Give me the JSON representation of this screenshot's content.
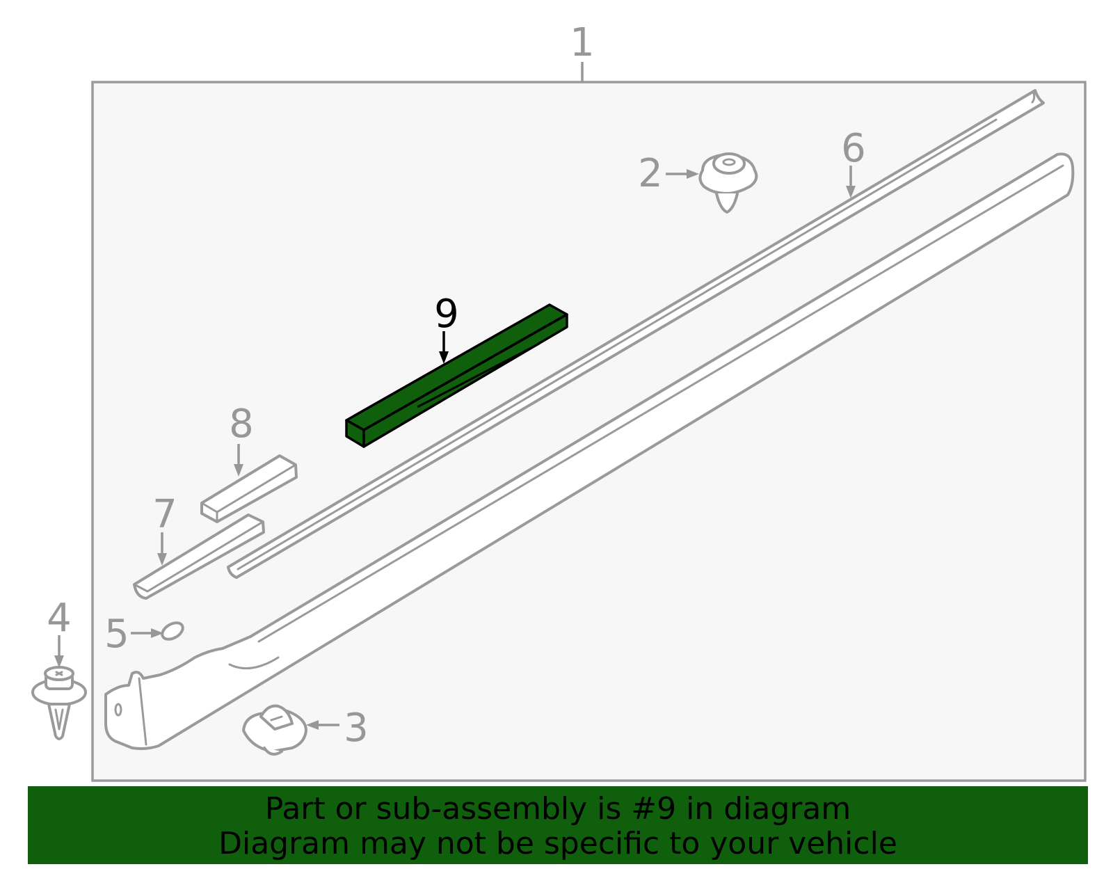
{
  "colors": {
    "highlight_fill": "#0f5f0c",
    "outline_gray": "#9a9a9a",
    "frame_background": "#f7f7f7",
    "banner_background": "#0f5f0c"
  },
  "callouts": {
    "c1": "1",
    "c2": "2",
    "c3": "3",
    "c4": "4",
    "c5": "5",
    "c6": "6",
    "c7": "7",
    "c8": "8",
    "c9": "9"
  },
  "highlighted_part": "9",
  "banner": {
    "line1": "Part or sub-assembly is #9 in diagram",
    "line2": "Diagram may not be specific to your vehicle"
  }
}
